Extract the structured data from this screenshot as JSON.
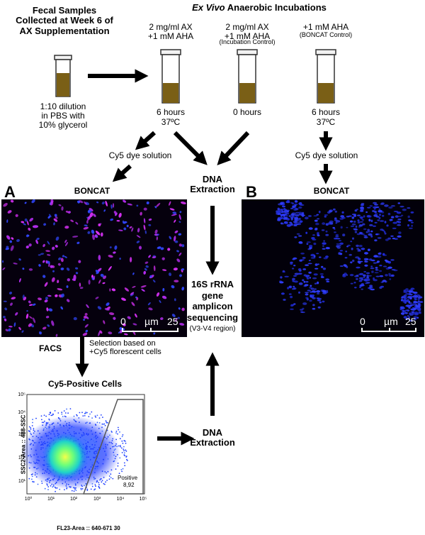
{
  "header": {
    "left_title": "Fecal Samples\nCollected at Week 6 of\nAX Supplementation",
    "right_title_em": "Ex Vivo",
    "right_title_rest": " Anaerobic Incubations"
  },
  "tubes": [
    {
      "label": "2 mg/ml AX\n+1 mM AHA",
      "note": "",
      "time": "6 hours",
      "temp": "37ºC"
    },
    {
      "label": "2 mg/ml AX\n+1 mM AHA",
      "note": "(Incubation Control)",
      "time": "0 hours",
      "temp": ""
    },
    {
      "label": "+1 mM AHA",
      "note": "(BONCAT Control)",
      "time": "6 hours",
      "temp": "37ºC"
    }
  ],
  "sample_note": "1:10 dilution\nin PBS with\n10% glycerol",
  "steps": {
    "cy5_left": "Cy5 dye solution",
    "cy5_right": "Cy5 dye solution",
    "dna_extraction_top": "DNA\nExtraction",
    "dna_extraction_bottom": "DNA\nExtraction",
    "sequencing": "16S rRNA\ngene\namplicon\nsequencing",
    "sequencing_note": "(V3-V4 region)",
    "facs": "FACS",
    "selection_note": "Selection based on\n+Cy5 florescent cells"
  },
  "panels": {
    "a_label": "A",
    "b_label": "B",
    "a_title": "BONCAT",
    "b_title": "BONCAT",
    "scale_left": "0",
    "scale_unit": "µm",
    "scale_right": "25"
  },
  "flow": {
    "title": "Cy5-Positive Cells",
    "ylabel": "SSC2-Area :: 488-SSC",
    "xlabel": "FL23-Area :: 640-671 30",
    "y_ticks": [
      "10¹",
      "10²",
      "10³",
      "10⁴",
      "10⁵"
    ],
    "x_ticks": [
      "10⁰",
      "10¹",
      "10²",
      "10³",
      "10⁴",
      "10⁵"
    ],
    "gate_name": "Positive",
    "gate_value": "8,92"
  }
}
